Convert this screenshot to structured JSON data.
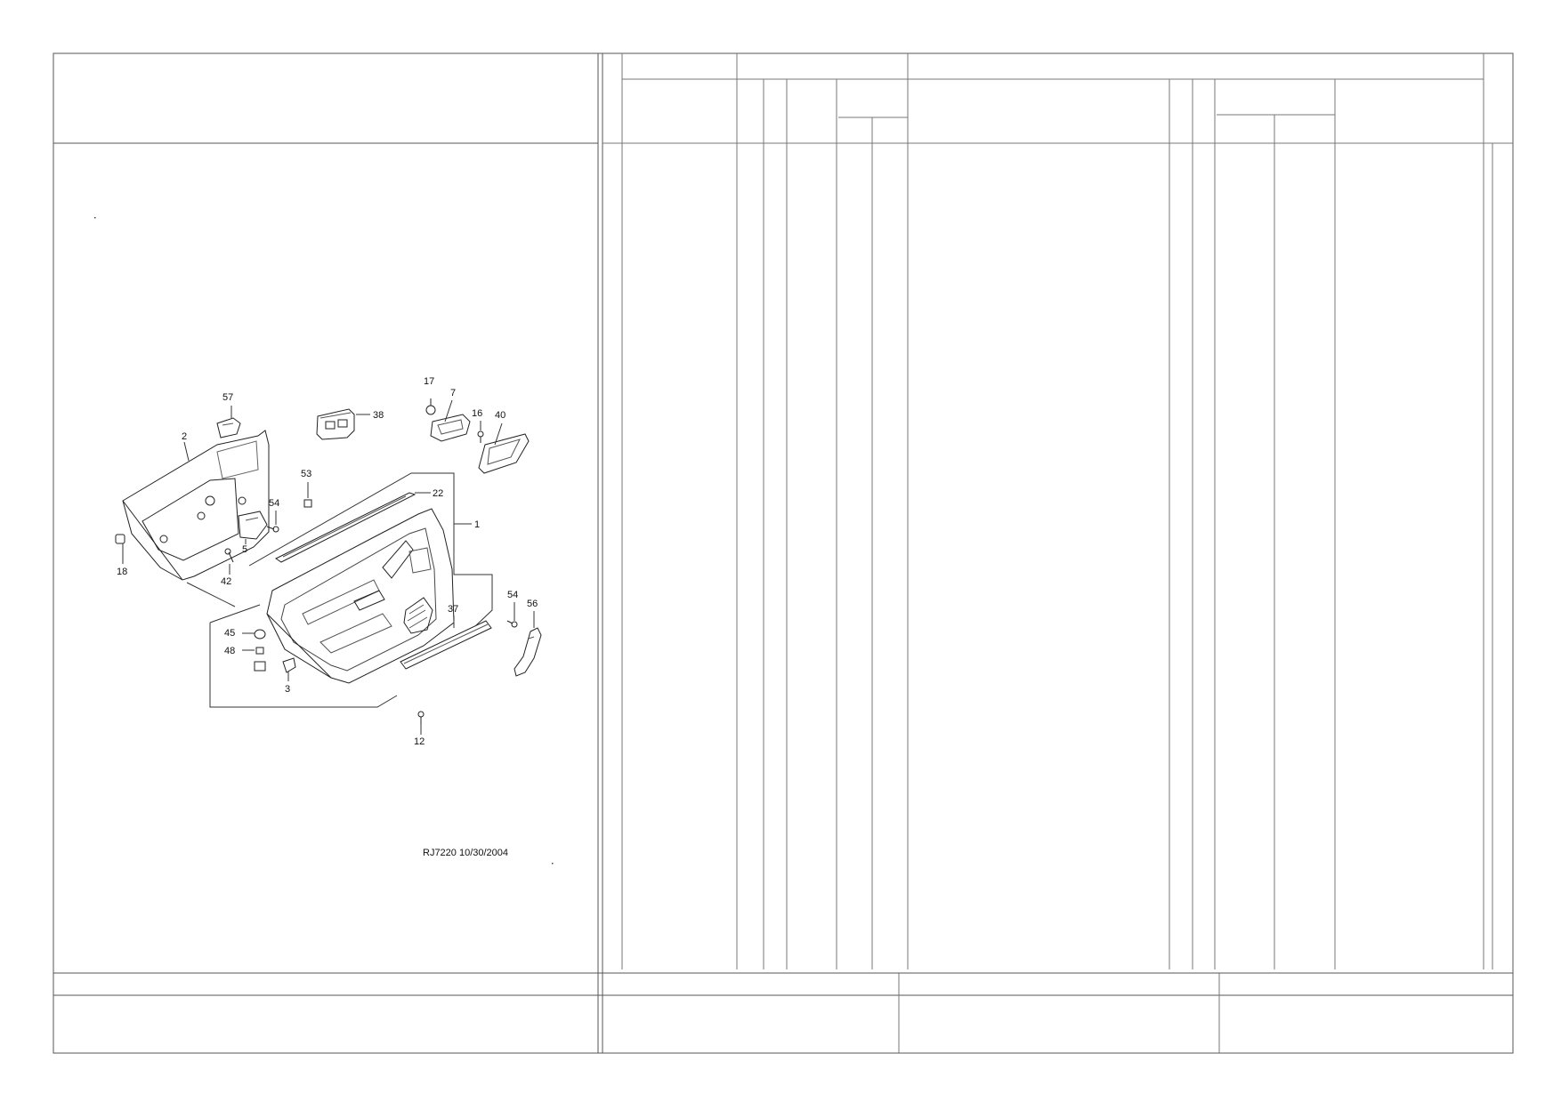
{
  "diagram": {
    "caption": "RJ7220  10/30/2004",
    "callouts": [
      "57",
      "2",
      "38",
      "17",
      "7",
      "16",
      "40",
      "53",
      "22",
      "1",
      "54",
      "5",
      "18",
      "42",
      "54",
      "56",
      "37",
      "45",
      "48",
      "3",
      "12"
    ]
  }
}
